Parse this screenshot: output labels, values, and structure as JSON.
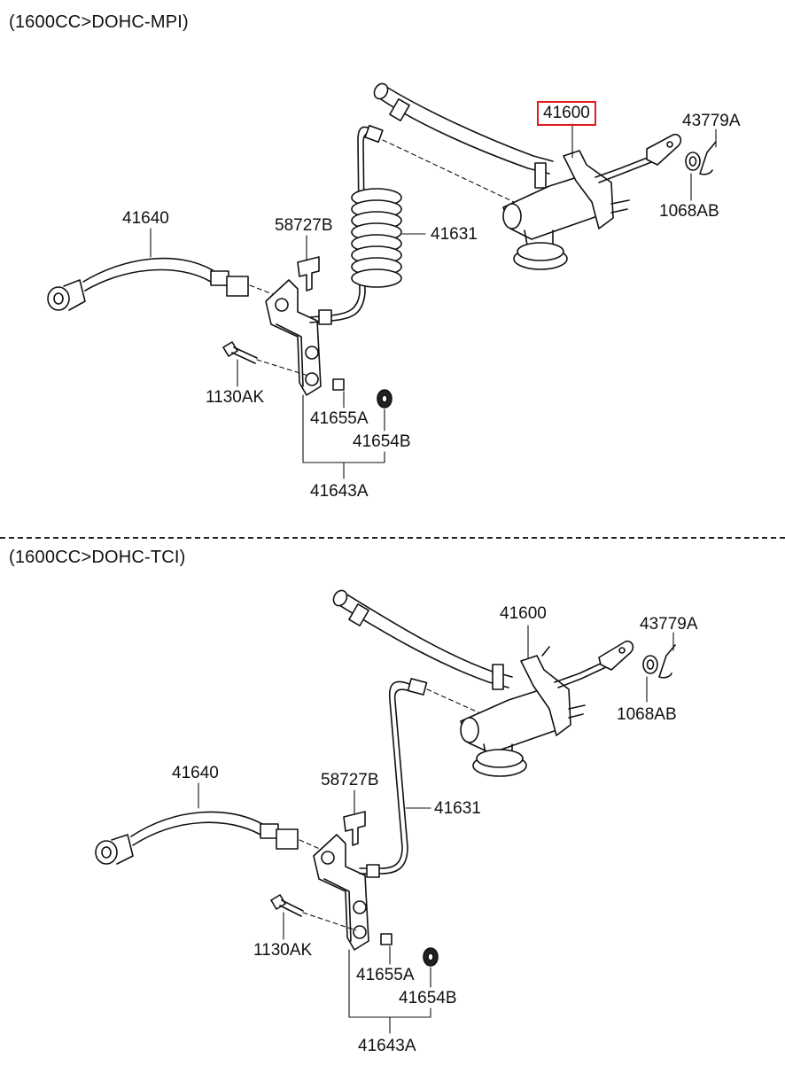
{
  "sections": [
    {
      "title": "(1600CC>DOHC-MPI)",
      "labels": {
        "master_cylinder": "41600",
        "clip_pin": "43779A",
        "washer": "1068AB",
        "hose": "41640",
        "clip": "58727B",
        "tube": "41631",
        "bolt": "1130AK",
        "bushing": "41655A",
        "grommet": "41654B",
        "bracket": "41643A"
      },
      "highlighted_part": "41600"
    },
    {
      "title": "(1600CC>DOHC-TCI)",
      "labels": {
        "master_cylinder": "41600",
        "clip_pin": "43779A",
        "washer": "1068AB",
        "hose": "41640",
        "clip": "58727B",
        "tube": "41631",
        "bolt": "1130AK",
        "bushing": "41655A",
        "grommet": "41654B",
        "bracket": "41643A"
      }
    }
  ],
  "colors": {
    "highlight": "#e11b1b",
    "line": "#111111"
  }
}
